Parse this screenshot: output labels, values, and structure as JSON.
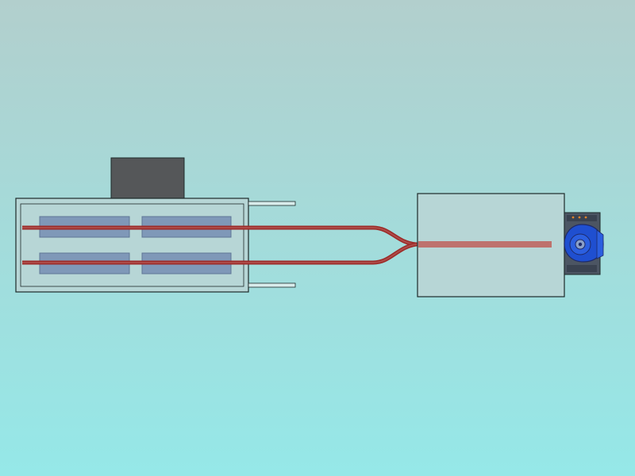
{
  "colors": {
    "background_top": "#b2cfcd",
    "background_bottom": "#95e8e8",
    "housing_fill": "#b7d6d6",
    "housing_stroke": "#1d2a2a",
    "dark_block": "#555759",
    "heat_plate_fill": "#7f98b8",
    "heat_plate_stroke": "#5f7696",
    "heat_pipe": "#9c2a28",
    "heat_pipe_inner": "#b55a55",
    "fan_blue": "#1f4fd0",
    "fan_dark": "#1d2a6a",
    "fan_housing": "#4c5563",
    "fan_accent": "#e0822a"
  },
  "components": {
    "heat_source_housing": "heat-source-housing",
    "mounting_block": "mounting-block",
    "heat_exchanger_box": "condenser-box",
    "blower_fan": "blower-fan"
  }
}
